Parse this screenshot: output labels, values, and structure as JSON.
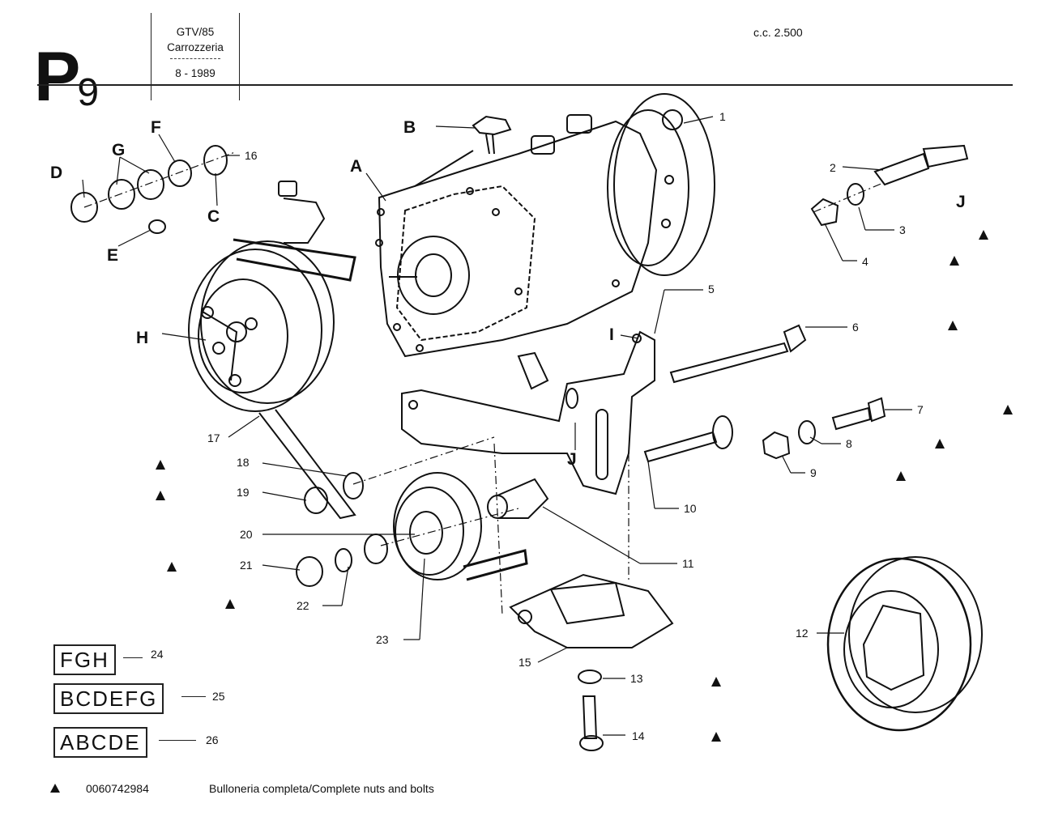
{
  "header": {
    "page_code": "P",
    "page_code_sub": "9",
    "model": "GTV/85",
    "body_type": "Carrozzeria",
    "date": "8 - 1989",
    "displacement": "c.c. 2.500"
  },
  "letters": [
    "A",
    "B",
    "C",
    "D",
    "E",
    "F",
    "G",
    "H",
    "I",
    "J",
    "J"
  ],
  "callouts": [
    "1",
    "2",
    "3",
    "4",
    "5",
    "6",
    "7",
    "8",
    "9",
    "10",
    "11",
    "12",
    "13",
    "14",
    "15",
    "16",
    "17",
    "18",
    "19",
    "20",
    "21",
    "22",
    "23"
  ],
  "kits": [
    {
      "letters": "FGH",
      "ref": "24"
    },
    {
      "letters": "BCDEFG",
      "ref": "25"
    },
    {
      "letters": "ABCDE",
      "ref": "26"
    }
  ],
  "footer": {
    "part_number": "0060742984",
    "description": "Bulloneria completa/Complete nuts and bolts"
  }
}
